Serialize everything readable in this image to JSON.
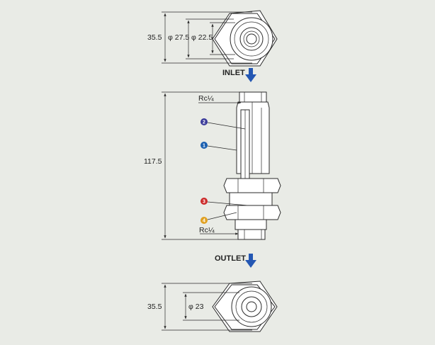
{
  "top_view": {
    "dim_height": "35.5",
    "dim_outer_dia": "φ 27.5",
    "dim_inner_dia": "φ 22.5"
  },
  "inlet_label": "INLET",
  "outlet_label": "OUTLET",
  "side_view": {
    "dim_length": "117.5",
    "thread_top": "Rc¼",
    "thread_bottom": "Rc¼",
    "callouts": [
      {
        "number": "2",
        "color": "#3a3a9a"
      },
      {
        "number": "1",
        "color": "#1a5fb0"
      },
      {
        "number": "3",
        "color": "#cc2a2a"
      },
      {
        "number": "4",
        "color": "#e0a020"
      }
    ]
  },
  "bottom_view": {
    "dim_height": "35.5",
    "dim_dia": "φ 23"
  },
  "arrow_color": "#2457b3"
}
